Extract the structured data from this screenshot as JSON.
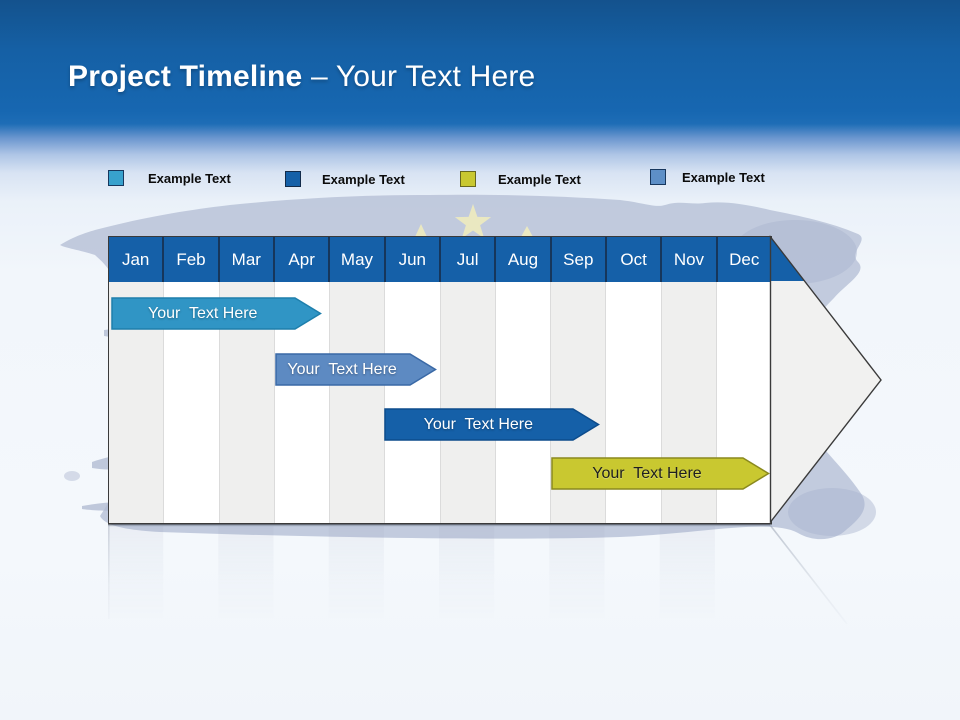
{
  "slide": {
    "title_bold": "Project Timeline",
    "title_rest": "– Your Text Here"
  },
  "legend": {
    "items": [
      {
        "label": "Example Text",
        "color": "#38A1CD",
        "border": "#17375E"
      },
      {
        "label": "Example Text",
        "color": "#1560A8",
        "border": "#122B4A"
      },
      {
        "label": "Example Text",
        "color": "#C9C830",
        "border": "#67671F"
      },
      {
        "label": "Example Text",
        "color": "#5D8FC7",
        "border": "#17375E"
      }
    ]
  },
  "timeline": {
    "months": [
      "Jan",
      "Feb",
      "Mar",
      "Apr",
      "May",
      "Jun",
      "Jul",
      "Aug",
      "Sep",
      "Oct",
      "Nov",
      "Dec"
    ],
    "header_color": "#1560A8",
    "stripe_gray": "#EFEFEE",
    "stripe_white": "#FFFFFF"
  },
  "chart_data": {
    "type": "bar",
    "subtype": "gantt-timeline",
    "title": "Project Timeline – Your Text Here",
    "categories": [
      "Jan",
      "Feb",
      "Mar",
      "Apr",
      "May",
      "Jun",
      "Jul",
      "Aug",
      "Sep",
      "Oct",
      "Nov",
      "Dec"
    ],
    "legend_position": "top",
    "legend_entries": [
      "Example Text",
      "Example Text",
      "Example Text",
      "Example Text"
    ],
    "series": [
      {
        "name": "task-1",
        "label": "Your  Text Here",
        "start_month": "Jan",
        "end_month": "Apr",
        "start_col": 0.05,
        "end_col": 3.88,
        "row": 1,
        "color": "#3095C5",
        "border": "#1E7FAC",
        "text_color": "#FFFFFF"
      },
      {
        "name": "task-2",
        "label": "Your  Text Here",
        "start_month": "Apr",
        "end_month": "Jun",
        "start_col": 3.02,
        "end_col": 5.96,
        "row": 2,
        "color": "#5D8AC2",
        "border": "#3A69A6",
        "text_color": "#FFFFFF"
      },
      {
        "name": "task-3",
        "label": "Your  Text Here",
        "start_month": "Jun",
        "end_month": "Sep",
        "start_col": 5.0,
        "end_col": 8.92,
        "row": 3,
        "color": "#1560A8",
        "border": "#0D4C8C",
        "text_color": "#FFFFFF"
      },
      {
        "name": "task-4",
        "label": "Your  Text Here",
        "start_month": "Sep",
        "end_month": "Dec",
        "start_col": 8.03,
        "end_col": 12.0,
        "row": 4,
        "color": "#C9C830",
        "border": "#8A891E",
        "text_color": "#1F1F1F"
      }
    ]
  }
}
